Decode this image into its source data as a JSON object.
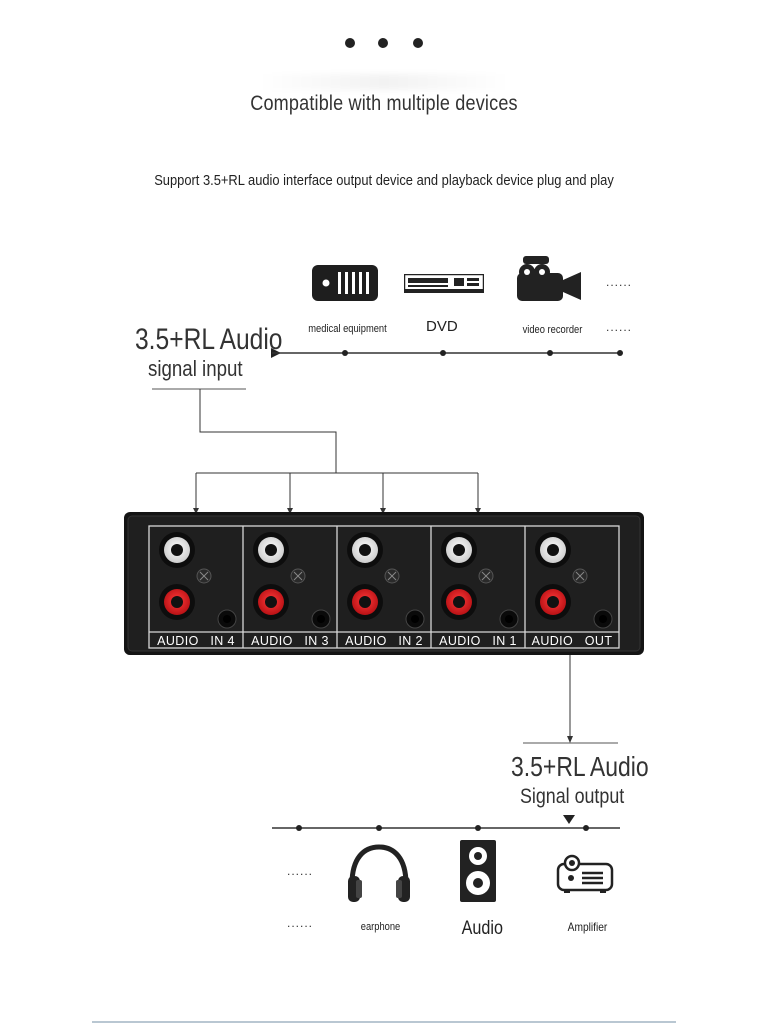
{
  "header": {
    "dots": [
      "",
      "",
      ""
    ],
    "title": "Compatible with multiple devices",
    "subtitle": "Support 3.5+RL audio interface output device and playback device plug and play"
  },
  "input_section": {
    "label_line1": "3.5+RL Audio",
    "label_line2": "signal input",
    "devices": [
      {
        "name": "medical-equipment-icon",
        "label": "medical equipment"
      },
      {
        "name": "dvd-player-icon",
        "label": "DVD"
      },
      {
        "name": "video-camera-icon",
        "label": "video recorder"
      }
    ],
    "more_top": "......",
    "more_bottom": "......"
  },
  "switch_panel": {
    "port_labels": [
      "AUDIO   IN 4",
      "AUDIO   IN 3",
      "AUDIO   IN 2",
      "AUDIO   IN 1",
      "AUDIO   OUT"
    ],
    "colors": {
      "body": "#1b1b1b",
      "white_jack": "#f2f2f2",
      "red_jack": "#e0191f",
      "frame": "#d8d8d8"
    }
  },
  "output_section": {
    "label_line1": "3.5+RL Audio",
    "label_line2": "Signal output",
    "devices": [
      {
        "name": "headphones-icon",
        "label": "earphone"
      },
      {
        "name": "speaker-icon",
        "label": "Audio"
      },
      {
        "name": "projector-icon",
        "label": "Amplifier"
      }
    ],
    "more_top": "......",
    "more_bottom": "......"
  }
}
